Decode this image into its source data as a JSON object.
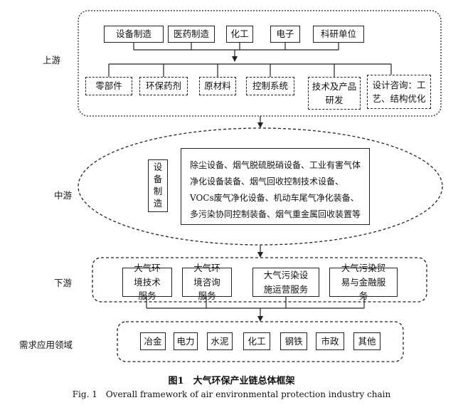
{
  "stages": {
    "upstream": "上游",
    "midstream": "中游",
    "downstream": "下游",
    "application": "需求应用领域"
  },
  "upstream": {
    "top_row": [
      "设备制造",
      "医药制造",
      "化工",
      "电子",
      "科研单位"
    ],
    "bottom_row": [
      "零部件",
      "环保药剂",
      "原材料",
      "控制系统"
    ],
    "tech_rd": "技术及产品研发",
    "design_consult": "设计咨询：工艺、结构优化"
  },
  "midstream": {
    "equipment_label": "设备制造",
    "equipment_list": "除尘设备、烟气脱硫脱硝设备、工业有害气体净化设备装备、烟气回收控制技术设备、VOCs废气净化设备、机动车尾气净化装备、多污染协同控制装备、烟气重金属回收装置等"
  },
  "downstream": {
    "services": [
      "大气环境技术服务",
      "大气环境咨询服务",
      "大气污染设施运营服务",
      "大气污染贸易与金融服务"
    ]
  },
  "applications": [
    "冶金",
    "电力",
    "水泥",
    "化工",
    "钢铁",
    "市政",
    "其他"
  ],
  "caption": {
    "chinese": "图1　大气环保产业链总体框架",
    "english": "Fig. 1　Overall framework of air environmental protection industry chain"
  }
}
